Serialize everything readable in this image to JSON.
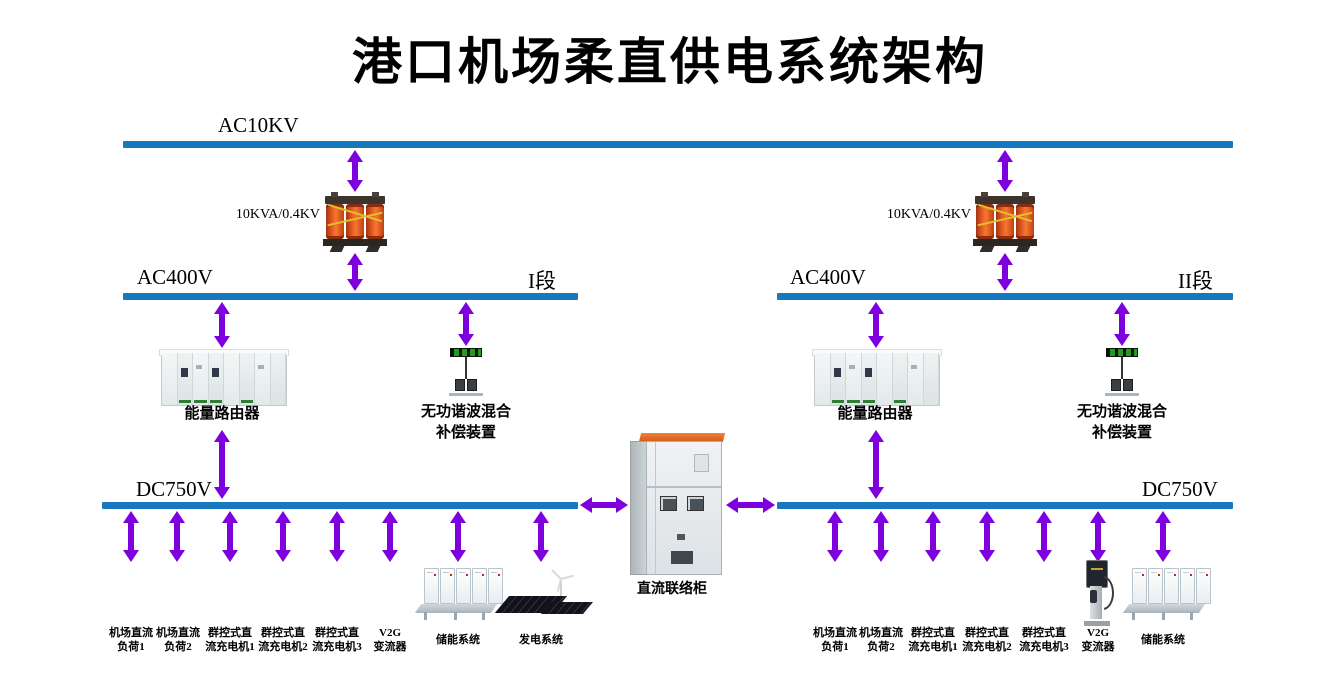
{
  "title": "港口机场柔直供电系统架构",
  "buses": {
    "ac10kv": "AC10KV",
    "ac400v": "AC400V",
    "section1": "I段",
    "section2": "II段",
    "dc750v": "DC750V"
  },
  "transformer_label": "10KVA/0.4KV",
  "devices": {
    "energy_router": "能量路由器",
    "comp_line1": "无功谐波混合",
    "comp_line2": "补偿装置",
    "dc_tie_cabinet": "直流联络柜"
  },
  "loads_left": [
    {
      "line1": "机场直流",
      "line2": "负荷1"
    },
    {
      "line1": "机场直流",
      "line2": "负荷2"
    },
    {
      "line1": "群控式直",
      "line2": "流充电机1"
    },
    {
      "line1": "群控式直",
      "line2": "流充电机2"
    },
    {
      "line1": "群控式直",
      "line2": "流充电机3"
    },
    {
      "line1": "V2G",
      "line2": "变流器"
    },
    {
      "line1": "储能系统",
      "line2": ""
    },
    {
      "line1": "发电系统",
      "line2": ""
    }
  ],
  "loads_right": [
    {
      "line1": "机场直流",
      "line2": "负荷1"
    },
    {
      "line1": "机场直流",
      "line2": "负荷2"
    },
    {
      "line1": "群控式直",
      "line2": "流充电机1"
    },
    {
      "line1": "群控式直",
      "line2": "流充电机2"
    },
    {
      "line1": "群控式直",
      "line2": "流充电机3"
    },
    {
      "line1": "V2G",
      "line2": "变流器"
    },
    {
      "line1": "储能系统",
      "line2": ""
    }
  ],
  "colors": {
    "bus": "#1878be",
    "arrow": "#7e00df"
  }
}
